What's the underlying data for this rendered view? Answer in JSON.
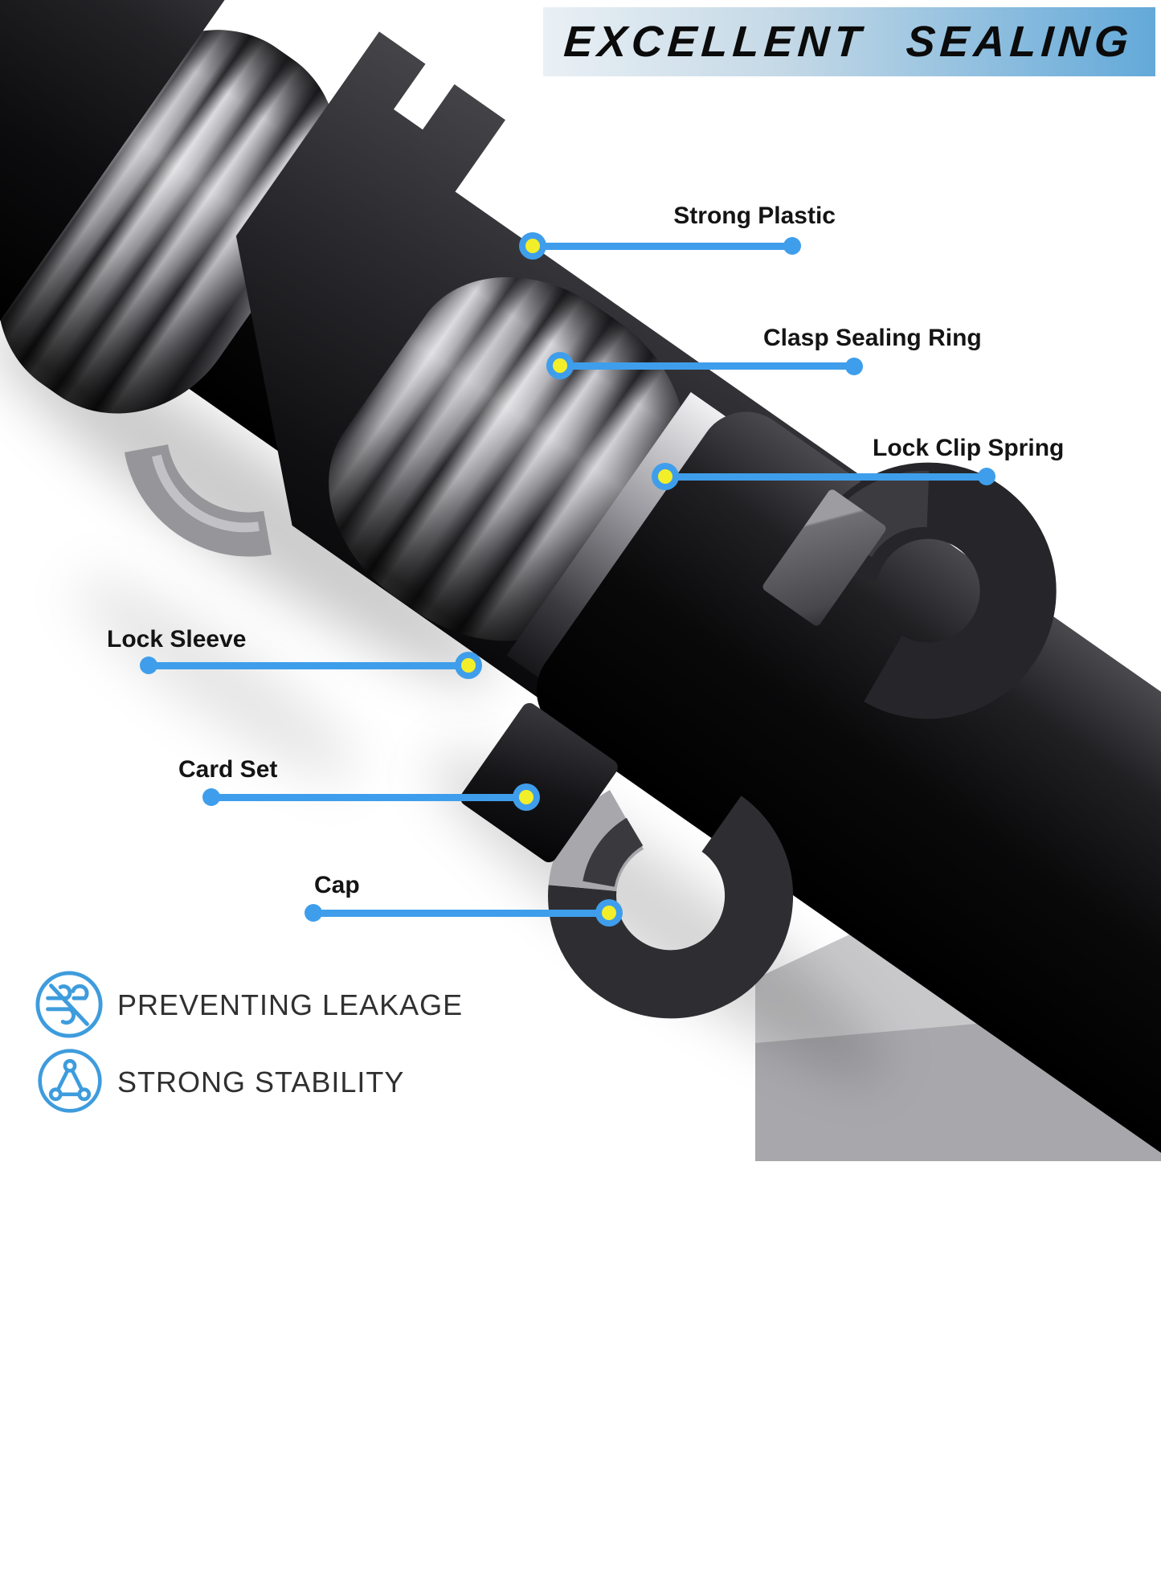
{
  "banner": {
    "title": "EXCELLENT SEALING"
  },
  "callouts": {
    "strong_plastic": "Strong Plastic",
    "clasp_sealing_ring": "Clasp Sealing Ring",
    "lock_clip_spring": "Lock Clip Spring",
    "lock_sleeve": "Lock Sleeve",
    "card_set": "Card Set",
    "cap": "Cap"
  },
  "features": [
    {
      "icon": "no-leakage-icon",
      "label": "PREVENTING LEAKAGE"
    },
    {
      "icon": "stability-icon",
      "label": "STRONG STABILITY"
    }
  ],
  "colors": {
    "callout_blue": "#3f9eeb",
    "marker_yellow": "#f2ef2a",
    "icon_blue": "#3e9cdd",
    "banner_gradient_start": "#eaf0f5",
    "banner_gradient_end": "#63a9d9",
    "label_text": "#141414",
    "feature_text": "#303030"
  }
}
